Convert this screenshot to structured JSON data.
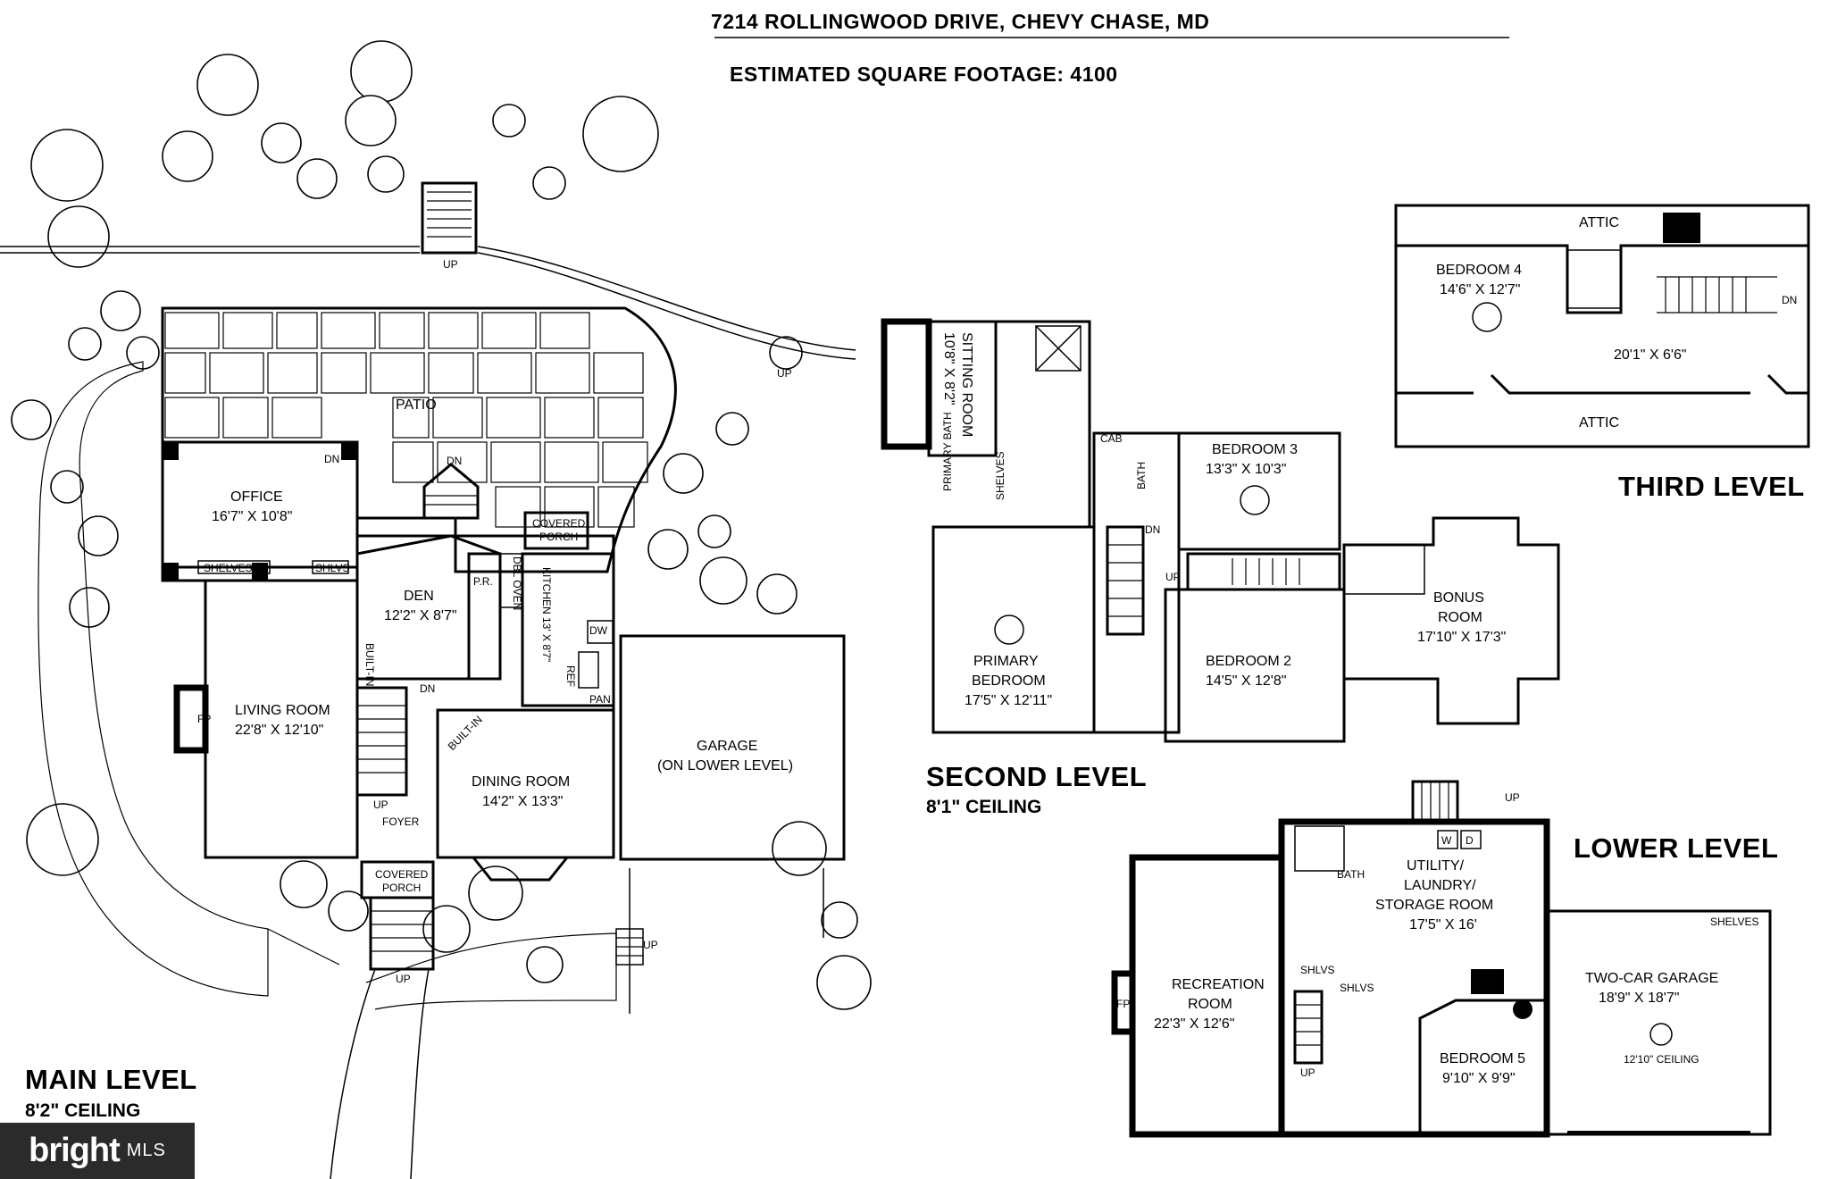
{
  "header": {
    "address": "7214 ROLLINGWOOD DRIVE, CHEVY CHASE, MD",
    "sqft": "ESTIMATED SQUARE FOOTAGE: 4100"
  },
  "levels": {
    "main": {
      "title": "MAIN LEVEL",
      "ceiling": "8'2\" CEILING"
    },
    "second": {
      "title": "SECOND LEVEL",
      "ceiling": "8'1\" CEILING"
    },
    "third": {
      "title": "THIRD LEVEL"
    },
    "lower": {
      "title": "LOWER LEVEL"
    }
  },
  "main_rooms": {
    "patio": "PATIO",
    "office": "OFFICE",
    "office_dim": "16'7\" X 10'8\"",
    "shelves": "SHELVES",
    "shlvs": "SHLVS",
    "den": "DEN",
    "den_dim": "12'2\" X 8'7\"",
    "covered_porch_rear_1": "COVERED",
    "covered_porch_rear_2": "PORCH",
    "pr": "P.R.",
    "dbl_oven": "DBL OVEN",
    "kitchen": "KITCHEN 13' X 8'7\"",
    "built_in": "BUILT-IN",
    "living": "LIVING ROOM",
    "living_dim": "22'8\" X 12'10\"",
    "fp": "FP",
    "dining": "DINING ROOM",
    "dining_dim": "14'2\" X 13'3\"",
    "dw": "DW",
    "ref": "REF",
    "pan": "PAN",
    "garage_1": "GARAGE",
    "garage_2": "(ON LOWER LEVEL)",
    "foyer": "FOYER",
    "covered_porch_front_1": "COVERED",
    "covered_porch_front_2": "PORCH",
    "up": "UP",
    "dn": "DN"
  },
  "second_rooms": {
    "sitting": "SITTING ROOM",
    "sitting_dim": "10'8\" X 8'2\"",
    "primary_bath": "PRIMARY BATH",
    "shelves": "SHELVES",
    "cab": "CAB",
    "bath": "BATH",
    "primary_bed_1": "PRIMARY",
    "primary_bed_2": "BEDROOM",
    "primary_bed_dim": "17'5\" X 12'11\"",
    "bed3": "BEDROOM 3",
    "bed3_dim": "13'3\" X 10'3\"",
    "bed2": "BEDROOM 2",
    "bed2_dim": "14'5\" X 12'8\"",
    "bonus_1": "BONUS",
    "bonus_2": "ROOM",
    "bonus_dim": "17'10\" X 17'3\""
  },
  "third_rooms": {
    "attic_top": "ATTIC",
    "attic_bottom": "ATTIC",
    "bed4": "BEDROOM 4",
    "bed4_dim": "14'6\" X 12'7\"",
    "hall_dim": "20'1\" X 6'6\""
  },
  "lower_rooms": {
    "bath": "BATH",
    "w": "W",
    "d": "D",
    "utility_1": "UTILITY/",
    "utility_2": "LAUNDRY/",
    "utility_3": "STORAGE ROOM",
    "utility_dim": "17'5\" X 16'",
    "rec_1": "RECREATION",
    "rec_2": "ROOM",
    "rec_dim": "22'3\" X 12'6\"",
    "fp": "FP",
    "shlvs": "SHLVS",
    "bed5": "BEDROOM 5",
    "bed5_dim": "9'10\" X 9'9\"",
    "garage": "TWO-CAR GARAGE",
    "garage_dim": "18'9\" X 18'7\"",
    "garage_ceiling": "12'10\" CEILING",
    "shelves": "SHELVES"
  },
  "badge": {
    "brand": "bright",
    "suffix": "MLS"
  }
}
